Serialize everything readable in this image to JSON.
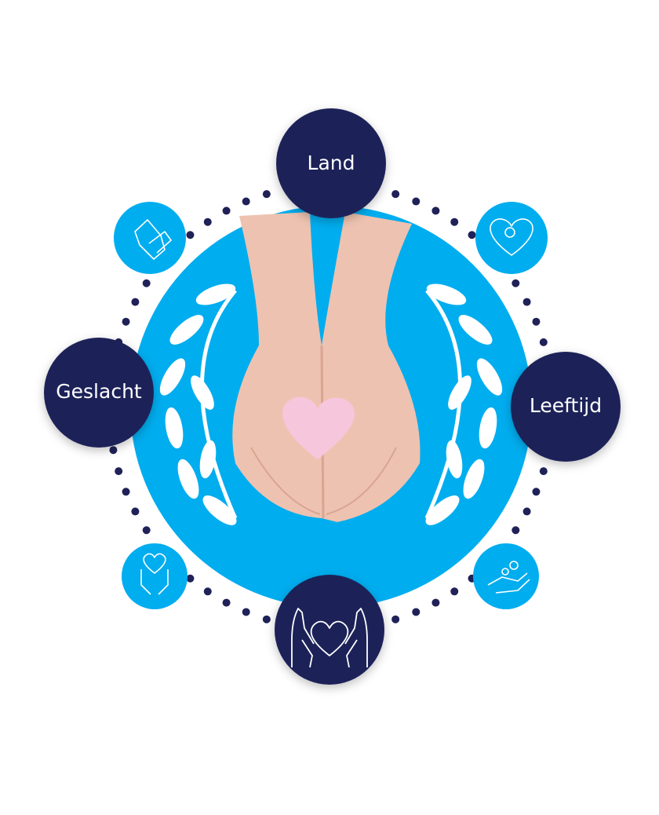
{
  "colors": {
    "navy": "#1f2158",
    "blue": "#00adef",
    "skin": "#eec2b0",
    "heart": "#f6c6dc"
  },
  "nodes": {
    "top": {
      "label": "Land"
    },
    "left": {
      "label": "Geslacht"
    },
    "right": {
      "label": "Leeftijd"
    },
    "bottom": {
      "icon": "hands-holding-heart-icon"
    }
  },
  "small_icons": [
    "helping-hands-icon",
    "baby-in-heart-icon",
    "hands-with-heart-icon",
    "hand-holding-family-icon"
  ]
}
